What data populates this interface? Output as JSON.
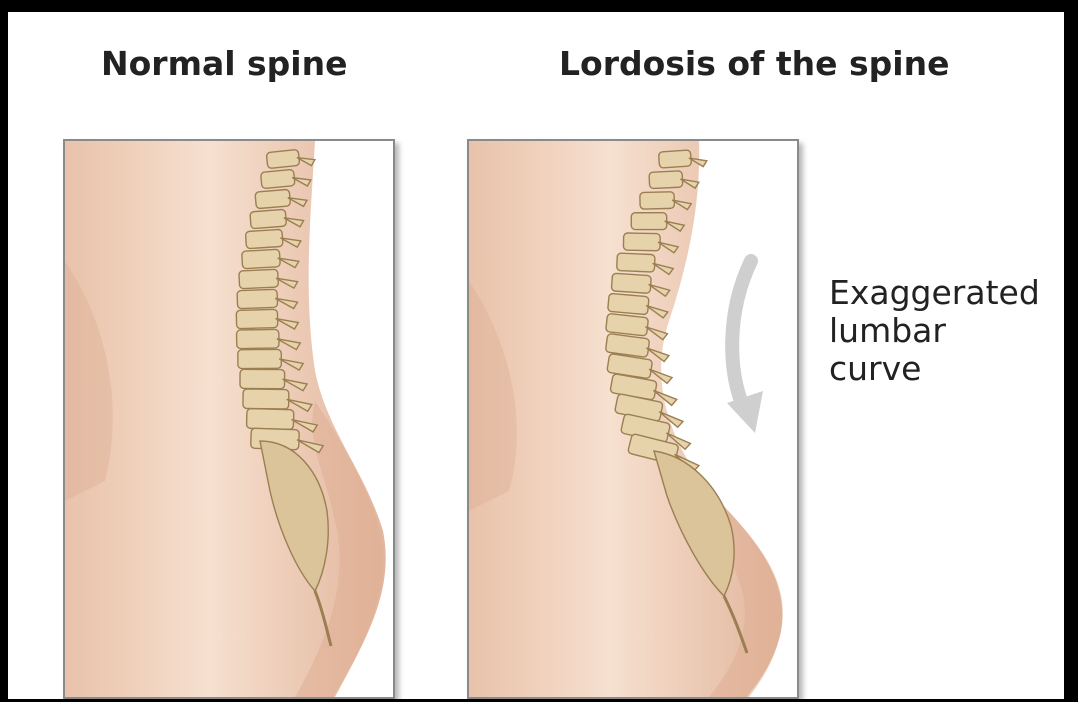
{
  "panels": [
    {
      "id": "normal",
      "title": "Normal spine"
    },
    {
      "id": "lordosis",
      "title": "Lordosis of the spine"
    }
  ],
  "callout": {
    "lines": [
      "Exaggerated",
      "lumbar",
      "curve"
    ]
  },
  "colors": {
    "skin_light": "#f4dccb",
    "skin_mid": "#e8c0a8",
    "skin_shadow": "#cfa08a",
    "bone": "#e3cfa6",
    "bone_shadow": "#a68a5c",
    "arrow": "#c9c9c9"
  },
  "icons": {
    "arrow": "curved-down-arrow-icon"
  }
}
